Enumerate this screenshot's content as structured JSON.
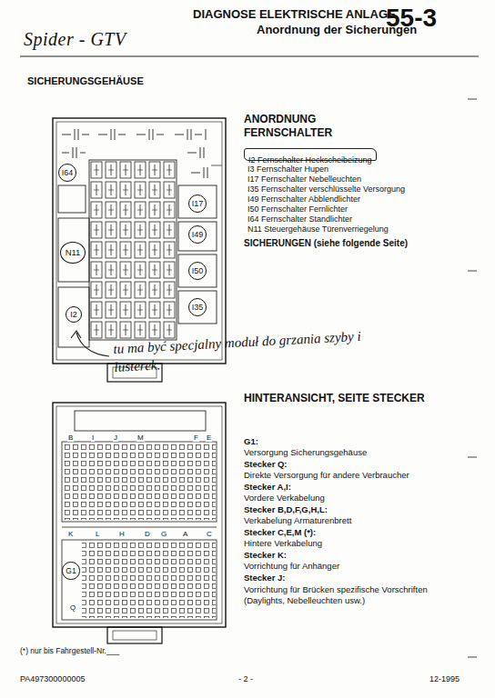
{
  "diagram": {
    "title": "DIAGNOSE ELEKTRISCHE ANLAGE",
    "nodes": [
      {
        "text": [
          "I2 Fernschalter Heckscheibeizung"
        ]
      },
      {
        "text": [
          "I64"
        ]
      },
      {
        "text": [
          "N11"
        ]
      },
      {
        "text": [
          "I2"
        ]
      },
      {
        "text": [
          "I17"
        ]
      },
      {
        "text": [
          "I49"
        ]
      },
      {
        "text": [
          "I50"
        ]
      },
      {
        "text": [
          "I35"
        ]
      },
      {
        "text": [
          "G1"
        ]
      }
    ],
    "labels": [
      "Spider - GTV",
      "Anordnung der Sicherungen",
      "55-3",
      "SICHERUNGSGEHÄUSE",
      "ANORDNUNG",
      "FERNSCHALTER",
      "I3 Fernschalter Hupen",
      "I17 Fernschalter Nebelleuchten",
      "I35 Fernschalter verschlüsselte Versorgung",
      "I49 Fernschalter Abblendlichter",
      "I50 Fernschalter Fernlichter",
      "I64 Fernschalter Standlichter",
      "N11 Steuergehäuse Türenverriegelung",
      "SICHERUNGEN (siehe folgende Seite)",
      "tu ma być specjalny moduł do grzania szyby i lusterek.",
      "HINTERANSICHT, SEITE STECKER",
      "G1:",
      "Versorgung Sicherungsgehäuse",
      "Stecker Q:",
      "Direkte Versorgung für andere Verbraucher",
      "Stecker A,I:",
      "Vordere Verkabelung",
      "Stecker B,D,F,G,H,L:",
      "Verkabelung Armaturenbrett",
      "Stecker C,E,M (*):",
      "Hintere Verkabelung",
      "Stecker K:",
      "Vorrichtung für Anhänger",
      "Stecker J:",
      "Vorrichtung für Brücken spezifische Vorschriften (Daylights, Nebelleuchten usw.)",
      "(*) nur bis Fahrgestell-Nr.___",
      "PA497300000005",
      "- 2 -",
      "12-1995",
      "B",
      "I",
      "J",
      "M",
      "E",
      "K",
      "L",
      "H",
      "D",
      "G",
      "A",
      "C",
      "F",
      "Q"
    ]
  }
}
